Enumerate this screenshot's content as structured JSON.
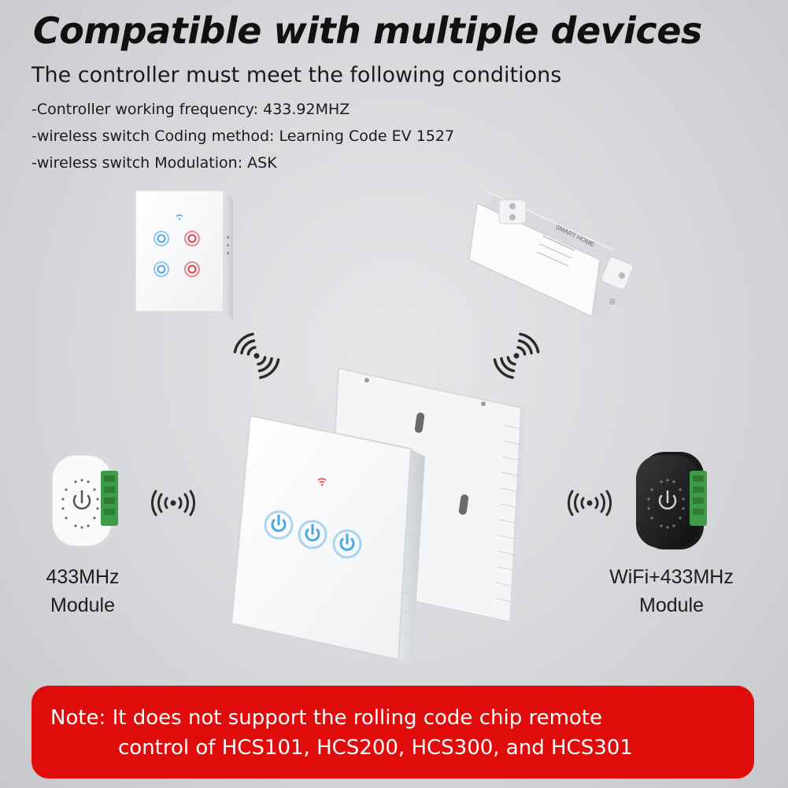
{
  "title": "Compatible with multiple devices",
  "subtitle": "The controller must meet the following conditions",
  "conditions": [
    "-Controller working frequency: 433.92MHZ",
    "-wireless switch Coding method: Learning Code EV 1527",
    "-wireless switch Modulation: ASK"
  ],
  "left_module": {
    "line1": "433MHz",
    "line2": "Module"
  },
  "right_module": {
    "line1": "WiFi+433MHz",
    "line2": "Module"
  },
  "relay_box_text": "SMART HOME",
  "note": {
    "line1": "Note: It does not support the rolling code chip remote",
    "line2": "control of HCS101, HCS200, HCS300, and HCS301"
  },
  "colors": {
    "note_background": "#e00c0c",
    "switch_blue": "#4aa8e0",
    "switch_red": "#e0404a"
  },
  "icons": [
    "wifi-icon",
    "power-icon",
    "wireless-signal-icon"
  ]
}
